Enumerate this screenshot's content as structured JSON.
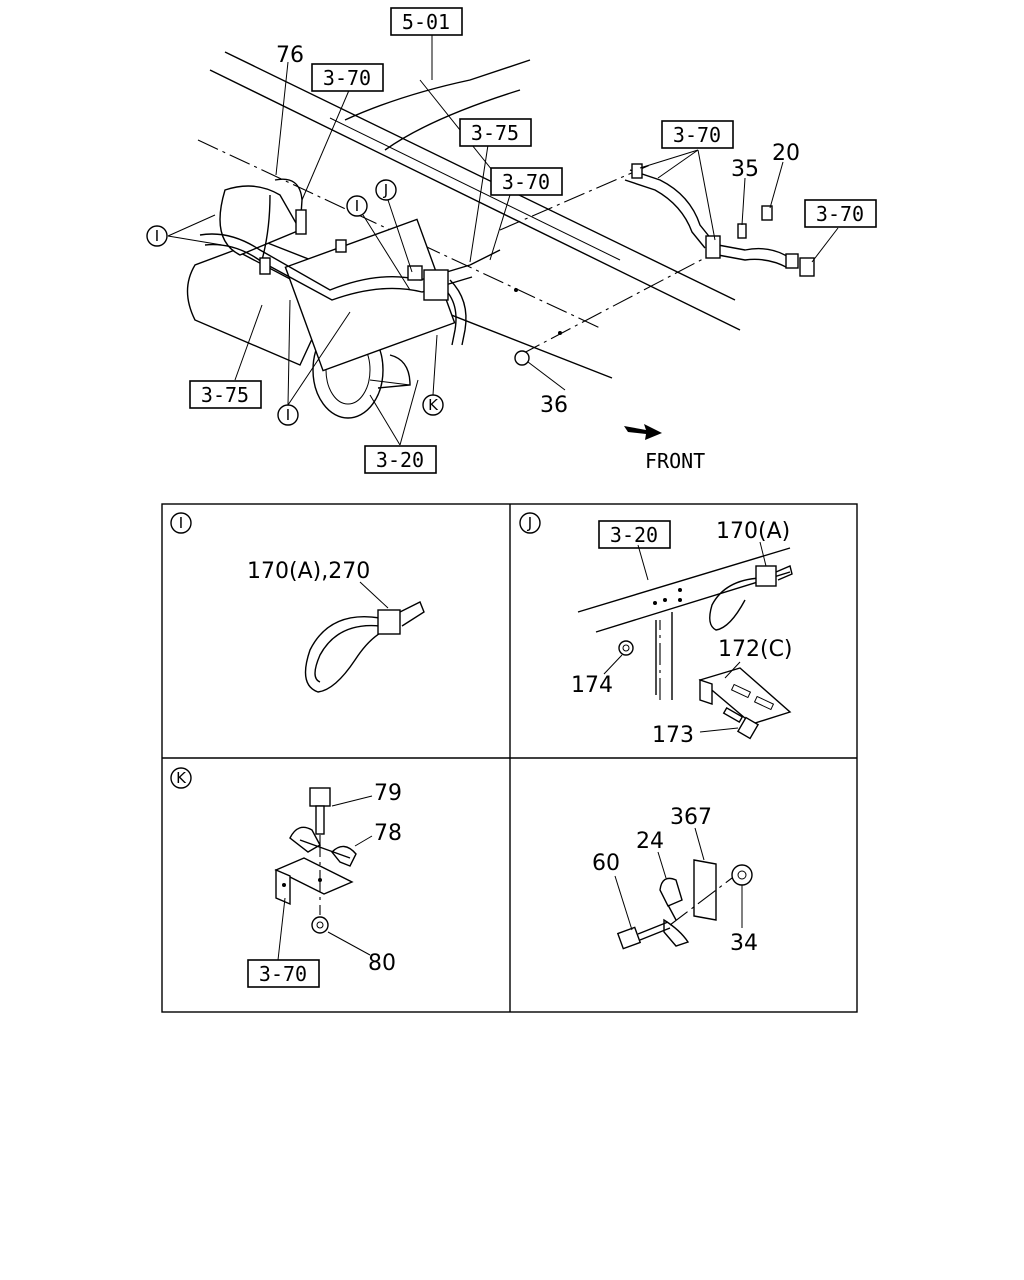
{
  "overview": {
    "refs": {
      "r501": "5-01",
      "r370_top": "3-70",
      "r375_mid": "3-75",
      "r370_mid": "3-70",
      "r370_right_a": "3-70",
      "r370_right_b": "3-70",
      "r375_left": "3-75",
      "r320": "3-20"
    },
    "numbers": {
      "n76": "76",
      "n35": "35",
      "n20": "20",
      "n36": "36"
    },
    "detail_markers": {
      "i1": "I",
      "i2": "I",
      "i3": "I",
      "j": "J",
      "k": "K"
    },
    "front_label": "FRONT"
  },
  "panels": {
    "i": {
      "marker": "I",
      "label": "170(A),270"
    },
    "j": {
      "marker": "J",
      "ref": "3-20",
      "labels": {
        "tie": "170(A)",
        "bracket": "172(C)",
        "nut": "174",
        "bolt": "173"
      }
    },
    "k": {
      "marker": "K",
      "ref": "3-70",
      "labels": {
        "bolt": "79",
        "clip": "78",
        "nut": "80"
      }
    },
    "clamp": {
      "labels": {
        "plate": "367",
        "clip": "24",
        "bolt": "60",
        "nut": "34"
      }
    }
  }
}
